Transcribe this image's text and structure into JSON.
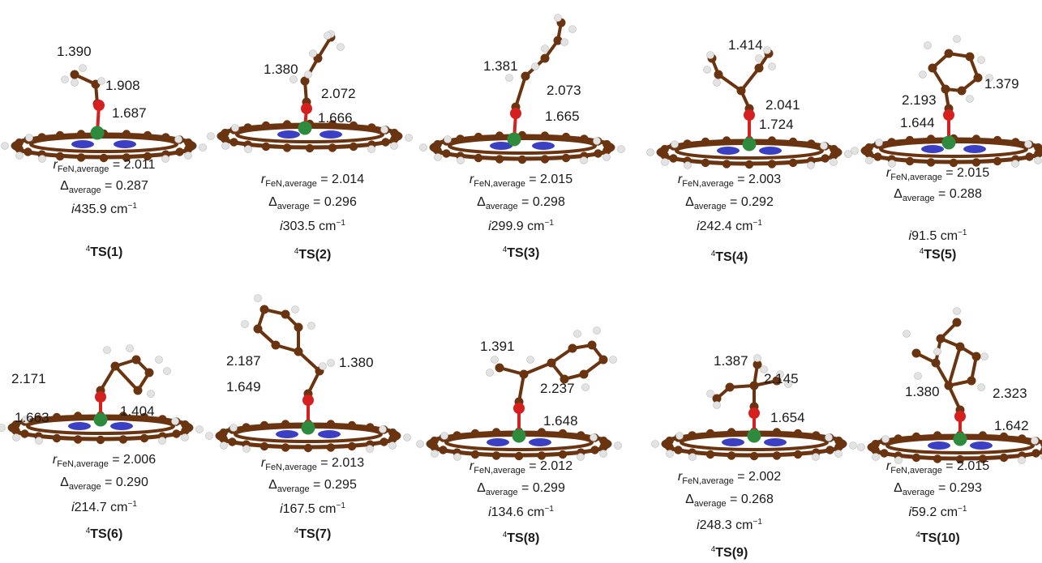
{
  "symbols": {
    "r": "r",
    "r_sub": "FeN,average",
    "delta": "Δ",
    "delta_sub": "average",
    "imag": "i",
    "freq_unit": "cm",
    "freq_exp": "−1",
    "label_sup": "4",
    "label_main": "TS",
    "eq": " = "
  },
  "colors": {
    "carbon": "#6b3410",
    "nitrogen": "#3b3fc4",
    "iron": "#2e8b3e",
    "oxygen": "#d62020",
    "hydrogen": "#e3e3e3",
    "text": "#1a1a1a"
  },
  "structures": [
    {
      "id": "1",
      "distances": [
        "1.390",
        "1.908",
        "1.687"
      ],
      "r": "2.011",
      "delta": "0.287",
      "freq": "435.9",
      "substituent": "ethyl"
    },
    {
      "id": "2",
      "distances": [
        "1.380",
        "2.072",
        "1.666"
      ],
      "r": "2.014",
      "delta": "0.296",
      "freq": "303.5",
      "substituent": "propyl"
    },
    {
      "id": "3",
      "distances": [
        "1.381",
        "2.073",
        "1.665"
      ],
      "r": "2.015",
      "delta": "0.298",
      "freq": "299.9",
      "substituent": "butyl"
    },
    {
      "id": "4",
      "distances": [
        "1.414",
        "2.041",
        "1.724"
      ],
      "r": "2.003",
      "delta": "0.292",
      "freq": "242.4",
      "substituent": "isopropyl"
    },
    {
      "id": "5",
      "distances": [
        "2.193",
        "1.379",
        "1.644"
      ],
      "r": "2.015",
      "delta": "0.288",
      "freq": "91.5",
      "substituent": "cyclohexyl"
    },
    {
      "id": "6",
      "distances": [
        "2.171",
        "1.404",
        "1.663"
      ],
      "r": "2.006",
      "delta": "0.290",
      "freq": "214.7",
      "substituent": "cyclopentyl"
    },
    {
      "id": "7",
      "distances": [
        "2.187",
        "1.380",
        "1.649"
      ],
      "r": "2.013",
      "delta": "0.295",
      "freq": "167.5",
      "substituent": "benzyl"
    },
    {
      "id": "8",
      "distances": [
        "1.391",
        "2.237",
        "1.648"
      ],
      "r": "2.012",
      "delta": "0.299",
      "freq": "134.6",
      "substituent": "phenylethyl"
    },
    {
      "id": "9",
      "distances": [
        "1.387",
        "2.145",
        "1.654"
      ],
      "r": "2.002",
      "delta": "0.268",
      "freq": "248.3",
      "substituent": "tert-butyl"
    },
    {
      "id": "10",
      "distances": [
        "1.380",
        "2.323",
        "1.642"
      ],
      "r": "2.015",
      "delta": "0.293",
      "freq": "59.2",
      "substituent": "adamantyl"
    }
  ]
}
